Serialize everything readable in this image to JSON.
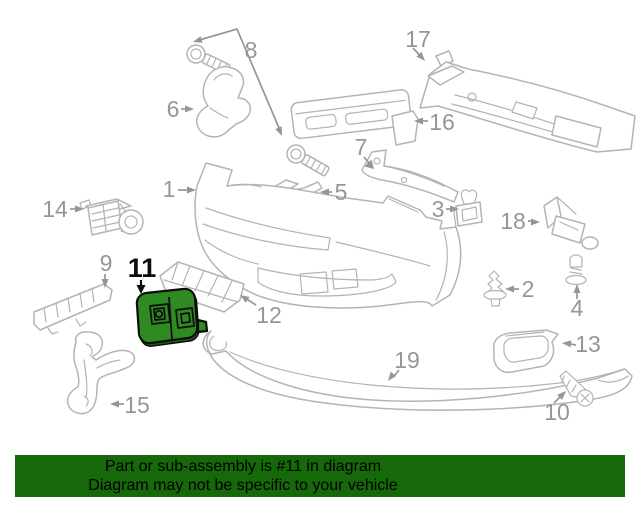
{
  "colors": {
    "line_gray": "#b4b4b4",
    "label_gray": "#969696",
    "highlight_green": "#2e8b22",
    "highlight_dark_green": "#1c6414",
    "banner_green": "#166908"
  },
  "highlight": {
    "part_number": "11"
  },
  "banner": {
    "line1": "Part or sub-assembly is #11 in diagram",
    "line2": "Diagram may not be specific to your vehicle"
  },
  "callouts": [
    {
      "label": "1"
    },
    {
      "label": "2"
    },
    {
      "label": "3"
    },
    {
      "label": "4"
    },
    {
      "label": "5"
    },
    {
      "label": "6"
    },
    {
      "label": "7"
    },
    {
      "label": "8"
    },
    {
      "label": "9"
    },
    {
      "label": "10"
    },
    {
      "label": "11"
    },
    {
      "label": "12"
    },
    {
      "label": "13"
    },
    {
      "label": "14"
    },
    {
      "label": "15"
    },
    {
      "label": "16"
    },
    {
      "label": "17"
    },
    {
      "label": "18"
    },
    {
      "label": "19"
    }
  ]
}
